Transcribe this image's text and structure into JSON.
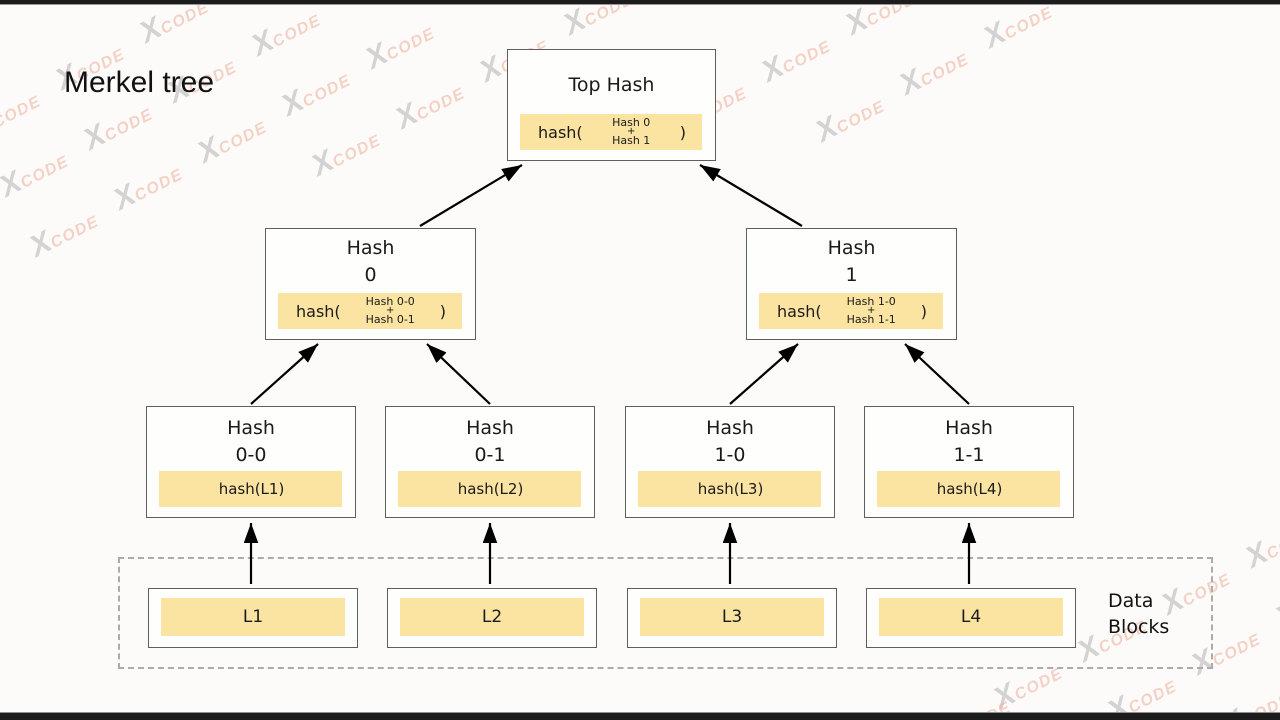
{
  "page": {
    "title": "Merkel tree"
  },
  "watermark": {
    "x": "X",
    "code": "CODE"
  },
  "colors": {
    "highlight_fill": "#FBE3A2",
    "box_border": "#5E5E5E",
    "dashed_border": "#ABABAB",
    "arrow": "#000000",
    "background": "#FCFBFA",
    "letterbox": "#1C1C1C",
    "watermark_x": "#B5B2B2",
    "watermark_code": "#EFAF9B"
  },
  "tree": {
    "top": {
      "title": "Top Hash",
      "fn_open": "hash(",
      "operand_top": "Hash 0",
      "operator": "+",
      "operand_bottom": "Hash 1",
      "fn_close": ")"
    },
    "middle": [
      {
        "title_line1": "Hash",
        "title_line2": "0",
        "fn_open": "hash(",
        "operand_top": "Hash 0-0",
        "operator": "+",
        "operand_bottom": "Hash 0-1",
        "fn_close": ")"
      },
      {
        "title_line1": "Hash",
        "title_line2": "1",
        "fn_open": "hash(",
        "operand_top": "Hash 1-0",
        "operator": "+",
        "operand_bottom": "Hash 1-1",
        "fn_close": ")"
      }
    ],
    "leaves": [
      {
        "title_line1": "Hash",
        "title_line2": "0-0",
        "value": "hash(L1)"
      },
      {
        "title_line1": "Hash",
        "title_line2": "0-1",
        "value": "hash(L2)"
      },
      {
        "title_line1": "Hash",
        "title_line2": "1-0",
        "value": "hash(L3)"
      },
      {
        "title_line1": "Hash",
        "title_line2": "1-1",
        "value": "hash(L4)"
      }
    ],
    "data_blocks": {
      "label_line1": "Data",
      "label_line2": "Blocks",
      "blocks": [
        {
          "label": "L1"
        },
        {
          "label": "L2"
        },
        {
          "label": "L3"
        },
        {
          "label": "L4"
        }
      ]
    }
  }
}
